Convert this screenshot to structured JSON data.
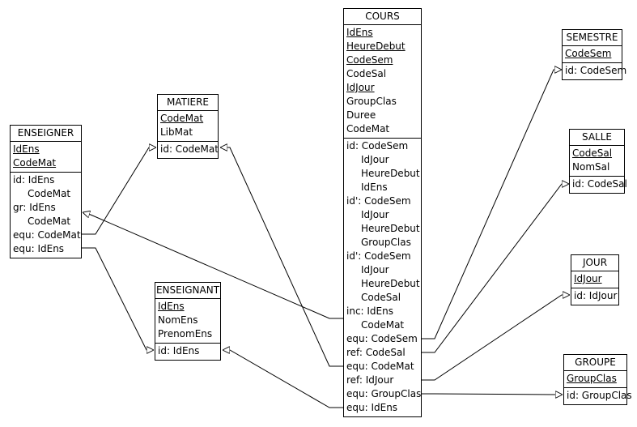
{
  "entities": {
    "enseigner": {
      "title": "ENSEIGNER",
      "keys": [
        "IdEns",
        "CodeMat"
      ],
      "constraints": [
        "id: IdEns",
        "CodeMat",
        "gr: IdEns",
        "CodeMat",
        "equ: CodeMat",
        "equ: IdEns"
      ]
    },
    "matiere": {
      "title": "MATIERE",
      "keys": [
        "CodeMat"
      ],
      "attrs": [
        "LibMat"
      ],
      "constraints": [
        "id: CodeMat"
      ]
    },
    "enseignant": {
      "title": "ENSEIGNANT",
      "keys": [
        "IdEns"
      ],
      "attrs": [
        "NomEns",
        "PrenomEns"
      ],
      "constraints": [
        "id: IdEns"
      ]
    },
    "cours": {
      "title": "COURS",
      "attrs": [
        {
          "text": "IdEns",
          "key": true
        },
        {
          "text": "HeureDebut",
          "key": true
        },
        {
          "text": "CodeSem",
          "key": true
        },
        {
          "text": "CodeSal",
          "key": false
        },
        {
          "text": "IdJour",
          "key": true
        },
        {
          "text": "GroupClas",
          "key": false
        },
        {
          "text": "Duree",
          "key": false
        },
        {
          "text": "CodeMat",
          "key": false
        }
      ],
      "constraints": [
        "id: CodeSem",
        "IdJour",
        "HeureDebut",
        "IdEns",
        "id': CodeSem",
        "IdJour",
        "HeureDebut",
        "GroupClas",
        "id': CodeSem",
        "IdJour",
        "HeureDebut",
        "CodeSal",
        "inc: IdEns",
        "CodeMat",
        "equ: CodeSem",
        "ref: CodeSal",
        "equ: CodeMat",
        "ref: IdJour",
        "equ: GroupClas",
        "equ: IdEns"
      ]
    },
    "semestre": {
      "title": "SEMESTRE",
      "keys": [
        "CodeSem"
      ],
      "constraints": [
        "id: CodeSem"
      ]
    },
    "salle": {
      "title": "SALLE",
      "keys": [
        "CodeSal"
      ],
      "attrs": [
        "NomSal"
      ],
      "constraints": [
        "id: CodeSal"
      ]
    },
    "jour": {
      "title": "JOUR",
      "keys": [
        "IdJour"
      ],
      "constraints": [
        "id: IdJour"
      ]
    },
    "groupe": {
      "title": "GROUPE",
      "keys": [
        "GroupClas"
      ],
      "constraints": [
        "id: GroupClas"
      ]
    }
  }
}
